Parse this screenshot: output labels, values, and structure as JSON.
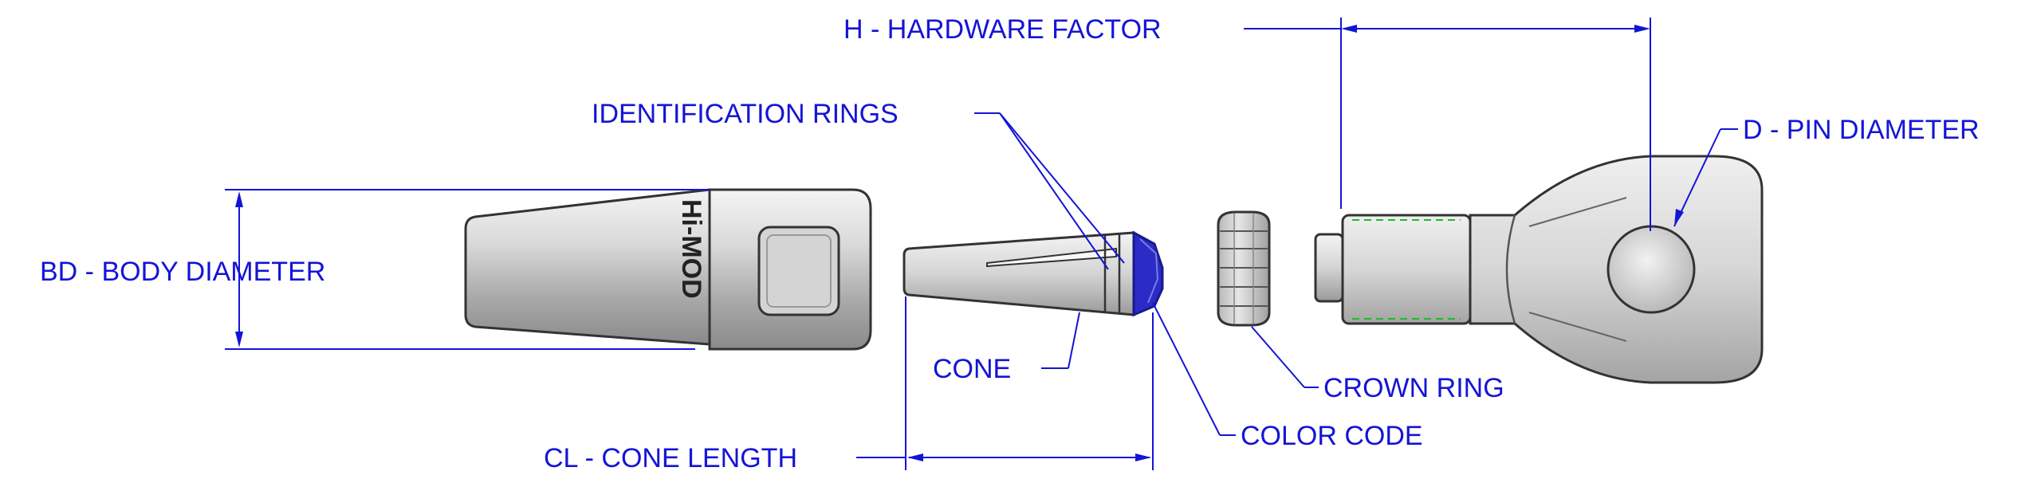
{
  "labels": {
    "hardware_factor": "H - HARDWARE FACTOR",
    "identification_rings": "IDENTIFICATION RINGS",
    "pin_diameter": "D - PIN DIAMETER",
    "body_diameter": "BD - BODY DIAMETER",
    "cone": "CONE",
    "crown_ring": "CROWN RING",
    "color_code": "COLOR CODE",
    "cone_length": "CL - CONE LENGTH"
  },
  "brand": {
    "text": "Hi-MOD"
  },
  "colors": {
    "callout": "#1414d6",
    "outline": "#333333",
    "metal_light": "#e2e2e2",
    "metal_dark": "#8a8a8a",
    "color_code": "#2b2bc8",
    "thread_hidden": "#22bb22"
  }
}
